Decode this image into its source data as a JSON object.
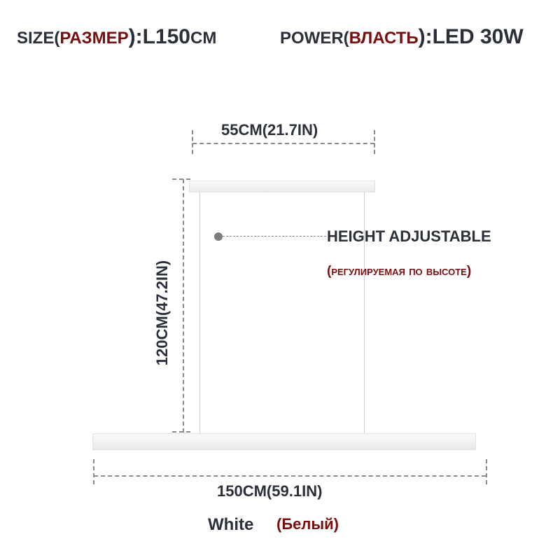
{
  "header": {
    "size_label": "SIZE(",
    "size_ru": "РАЗМЕР",
    "size_sep": "):",
    "size_value": "L150",
    "size_unit": "CM",
    "power_label": "POWER(",
    "power_ru": "ВЛАСТЬ",
    "power_sep": "):",
    "power_value": "LED 30W"
  },
  "dimensions": {
    "canopy": "55",
    "canopy_rest": "CM(21.7IN)",
    "height": "120",
    "height_rest": "CM(47.2IN)",
    "length": "150",
    "length_rest": "CM(59.1IN)"
  },
  "annotation": {
    "title": "HEIGHT ADJUSTABLE",
    "subtitle": "(регулируемая по высоте)"
  },
  "color": {
    "name": "White",
    "name_ru": "(Белый)"
  },
  "colors": {
    "text": "#2b2f3a",
    "accent": "#7a0d0d"
  }
}
